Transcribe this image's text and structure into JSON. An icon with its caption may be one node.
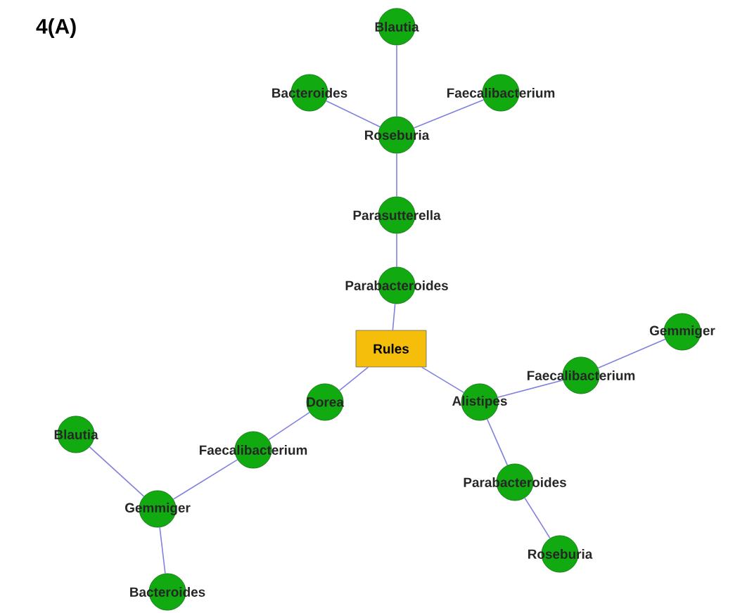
{
  "diagram": {
    "title": "4(A)",
    "nodes": [
      {
        "text": [
          "Rules"
        ]
      },
      {
        "text": [
          "Parabacteroides"
        ]
      },
      {
        "text": [
          "Parasutterella"
        ]
      },
      {
        "text": [
          "Roseburia"
        ]
      },
      {
        "text": [
          "Blautia"
        ]
      },
      {
        "text": [
          "Bacteroides"
        ]
      },
      {
        "text": [
          "Faecalibacterium"
        ]
      },
      {
        "text": [
          "Dorea"
        ]
      },
      {
        "text": [
          "Faecalibacterium"
        ]
      },
      {
        "text": [
          "Gemmiger"
        ]
      },
      {
        "text": [
          "Blautia"
        ]
      },
      {
        "text": [
          "Bacteroides"
        ]
      },
      {
        "text": [
          "Alistipes"
        ]
      },
      {
        "text": [
          "Faecalibacterium"
        ]
      },
      {
        "text": [
          "Gemmiger"
        ]
      },
      {
        "text": [
          "Parabacteroides"
        ]
      },
      {
        "text": [
          "Roseburia"
        ]
      }
    ],
    "edges": [
      {
        "from": 0,
        "to": 1,
        "arrow": "none"
      },
      {
        "from": 1,
        "to": 2,
        "arrow": "none"
      },
      {
        "from": 2,
        "to": 3,
        "arrow": "none"
      },
      {
        "from": 3,
        "to": 4,
        "arrow": "none"
      },
      {
        "from": 3,
        "to": 5,
        "arrow": "none"
      },
      {
        "from": 3,
        "to": 6,
        "arrow": "none"
      },
      {
        "from": 0,
        "to": 7,
        "arrow": "none"
      },
      {
        "from": 7,
        "to": 8,
        "arrow": "none"
      },
      {
        "from": 8,
        "to": 9,
        "arrow": "none"
      },
      {
        "from": 9,
        "to": 10,
        "arrow": "none"
      },
      {
        "from": 9,
        "to": 11,
        "arrow": "none"
      },
      {
        "from": 0,
        "to": 12,
        "arrow": "none"
      },
      {
        "from": 12,
        "to": 13,
        "arrow": "none"
      },
      {
        "from": 13,
        "to": 14,
        "arrow": "none"
      },
      {
        "from": 12,
        "to": 15,
        "arrow": "none"
      },
      {
        "from": 15,
        "to": 16,
        "arrow": "none"
      }
    ]
  }
}
